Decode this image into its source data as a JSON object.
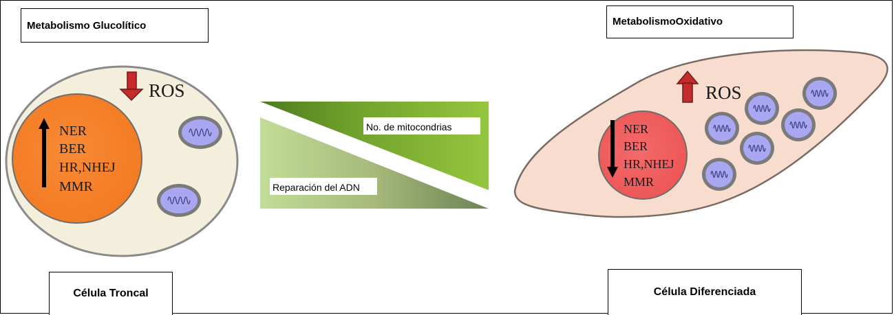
{
  "left_panel": {
    "title": "Metabolismo Glucolítico",
    "cell_label": "Célula Troncal",
    "ros": "ROS",
    "repair_pathways": [
      "NER",
      "BER",
      "HR,NHEJ",
      "MMR"
    ]
  },
  "right_panel": {
    "title": "MetabolismoOxidativo",
    "cell_label": "Célula Diferenciada",
    "ros": "ROS",
    "repair_pathways": [
      "NER",
      "BER",
      "HR,NHEJ",
      "MMR"
    ]
  },
  "center": {
    "upper_wedge_label": "No. de mitocondrias",
    "lower_wedge_label": "Reparación del ADN"
  },
  "colors": {
    "cell_body_left": "#f3efdc",
    "cell_body_right": "#f8dccd",
    "nucleus_left": "#f7852e",
    "nucleus_right": "#f15f5f",
    "ros_arrow": "#c62b2b",
    "mitochondria": "#a9a6f2",
    "wedge_green": "#8cc03a"
  }
}
